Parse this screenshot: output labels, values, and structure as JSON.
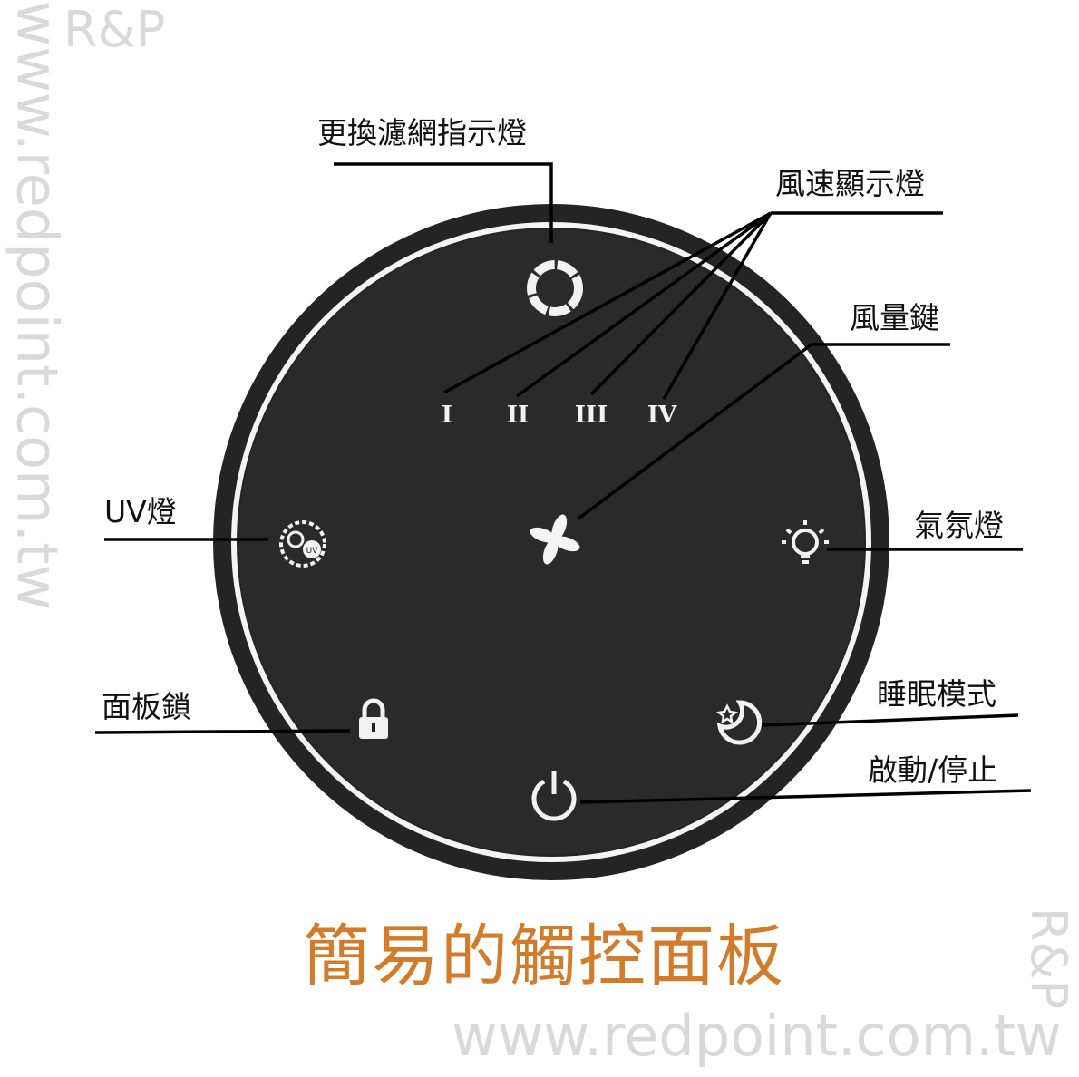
{
  "watermark": {
    "url": "www.redpoint.com.tw",
    "brand": "R&P"
  },
  "labels": {
    "filter_indicator": "更換濾網指示燈",
    "fan_speed_display": "風速顯示燈",
    "fan_speed_button": "風量鍵",
    "uv_light": "UV燈",
    "ambient_light": "氣氛燈",
    "panel_lock": "面板鎖",
    "sleep_mode": "睡眠模式",
    "power": "啟動/停止"
  },
  "speed_levels": [
    "I",
    "II",
    "III",
    "IV"
  ],
  "uv_badge": "UV",
  "title": "簡易的觸控面板",
  "colors": {
    "title": "#d27b2a",
    "panel": "#262626",
    "watermark": "#d9d9d9"
  }
}
